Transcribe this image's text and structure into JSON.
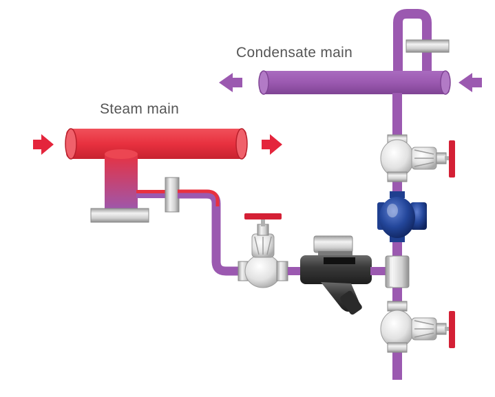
{
  "labels": {
    "steam_main": "Steam main",
    "condensate_main": "Condensate main"
  },
  "colors": {
    "steam": "#e8313f",
    "condensate": "#9b59b0",
    "steel": "#d8d8d8",
    "trap_blue": "#1f3f8f",
    "strainer_dark": "#3a3a3a",
    "arrow_red": "#e4253c",
    "arrow_purple": "#9b59b0"
  },
  "icons": {
    "flow_arrow": "triangle-arrow",
    "valve": "globe-valve",
    "trap": "steam-trap",
    "strainer": "y-strainer"
  }
}
